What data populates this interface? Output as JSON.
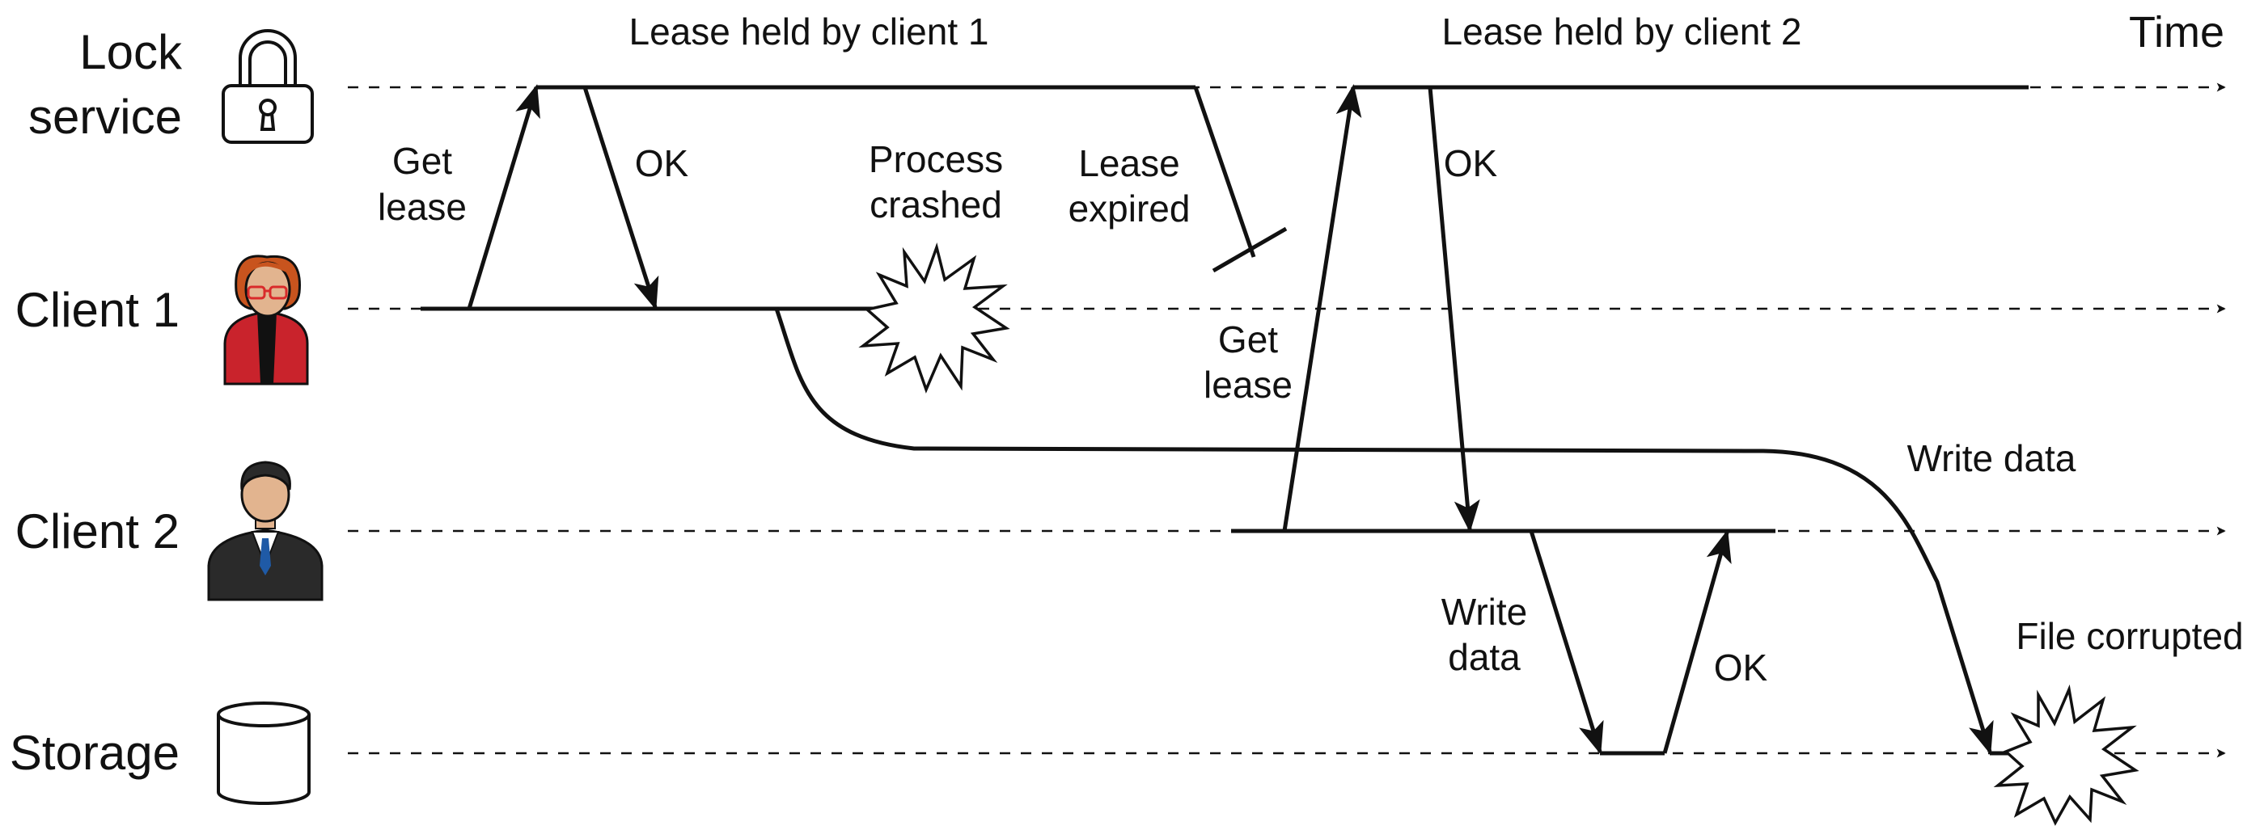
{
  "lanes": {
    "lock_service": [
      "Lock",
      "service"
    ],
    "client1": "Client 1",
    "client2": "Client 2",
    "storage": "Storage"
  },
  "time_label": "Time",
  "header": {
    "lease1": "Lease held by client 1",
    "lease2": "Lease held by client 2"
  },
  "labels": {
    "get_lease_1": [
      "Get",
      "lease"
    ],
    "ok_1": "OK",
    "process_crashed": [
      "Process",
      "crashed"
    ],
    "lease_expired": [
      "Lease",
      "expired"
    ],
    "get_lease_2": [
      "Get",
      "lease"
    ],
    "ok_2": "OK",
    "write_data_1": "Write data",
    "write_data_2": [
      "Write",
      "data"
    ],
    "ok_3": "OK",
    "file_corrupted": "File corrupted"
  },
  "icons": {
    "lock": "padlock-icon",
    "client1": "woman-avatar-icon",
    "client2": "man-avatar-icon",
    "storage": "database-cylinder-icon",
    "crash": "explosion-icon"
  },
  "colors": {
    "ink": "#111111",
    "client1_jacket": "#c9232c",
    "client1_hair": "#c8541e",
    "client1_glasses": "#d92b2b",
    "client2_suit": "#2a2a2a",
    "client2_tie": "#1f5aa6",
    "skin": "#e2b48f"
  }
}
